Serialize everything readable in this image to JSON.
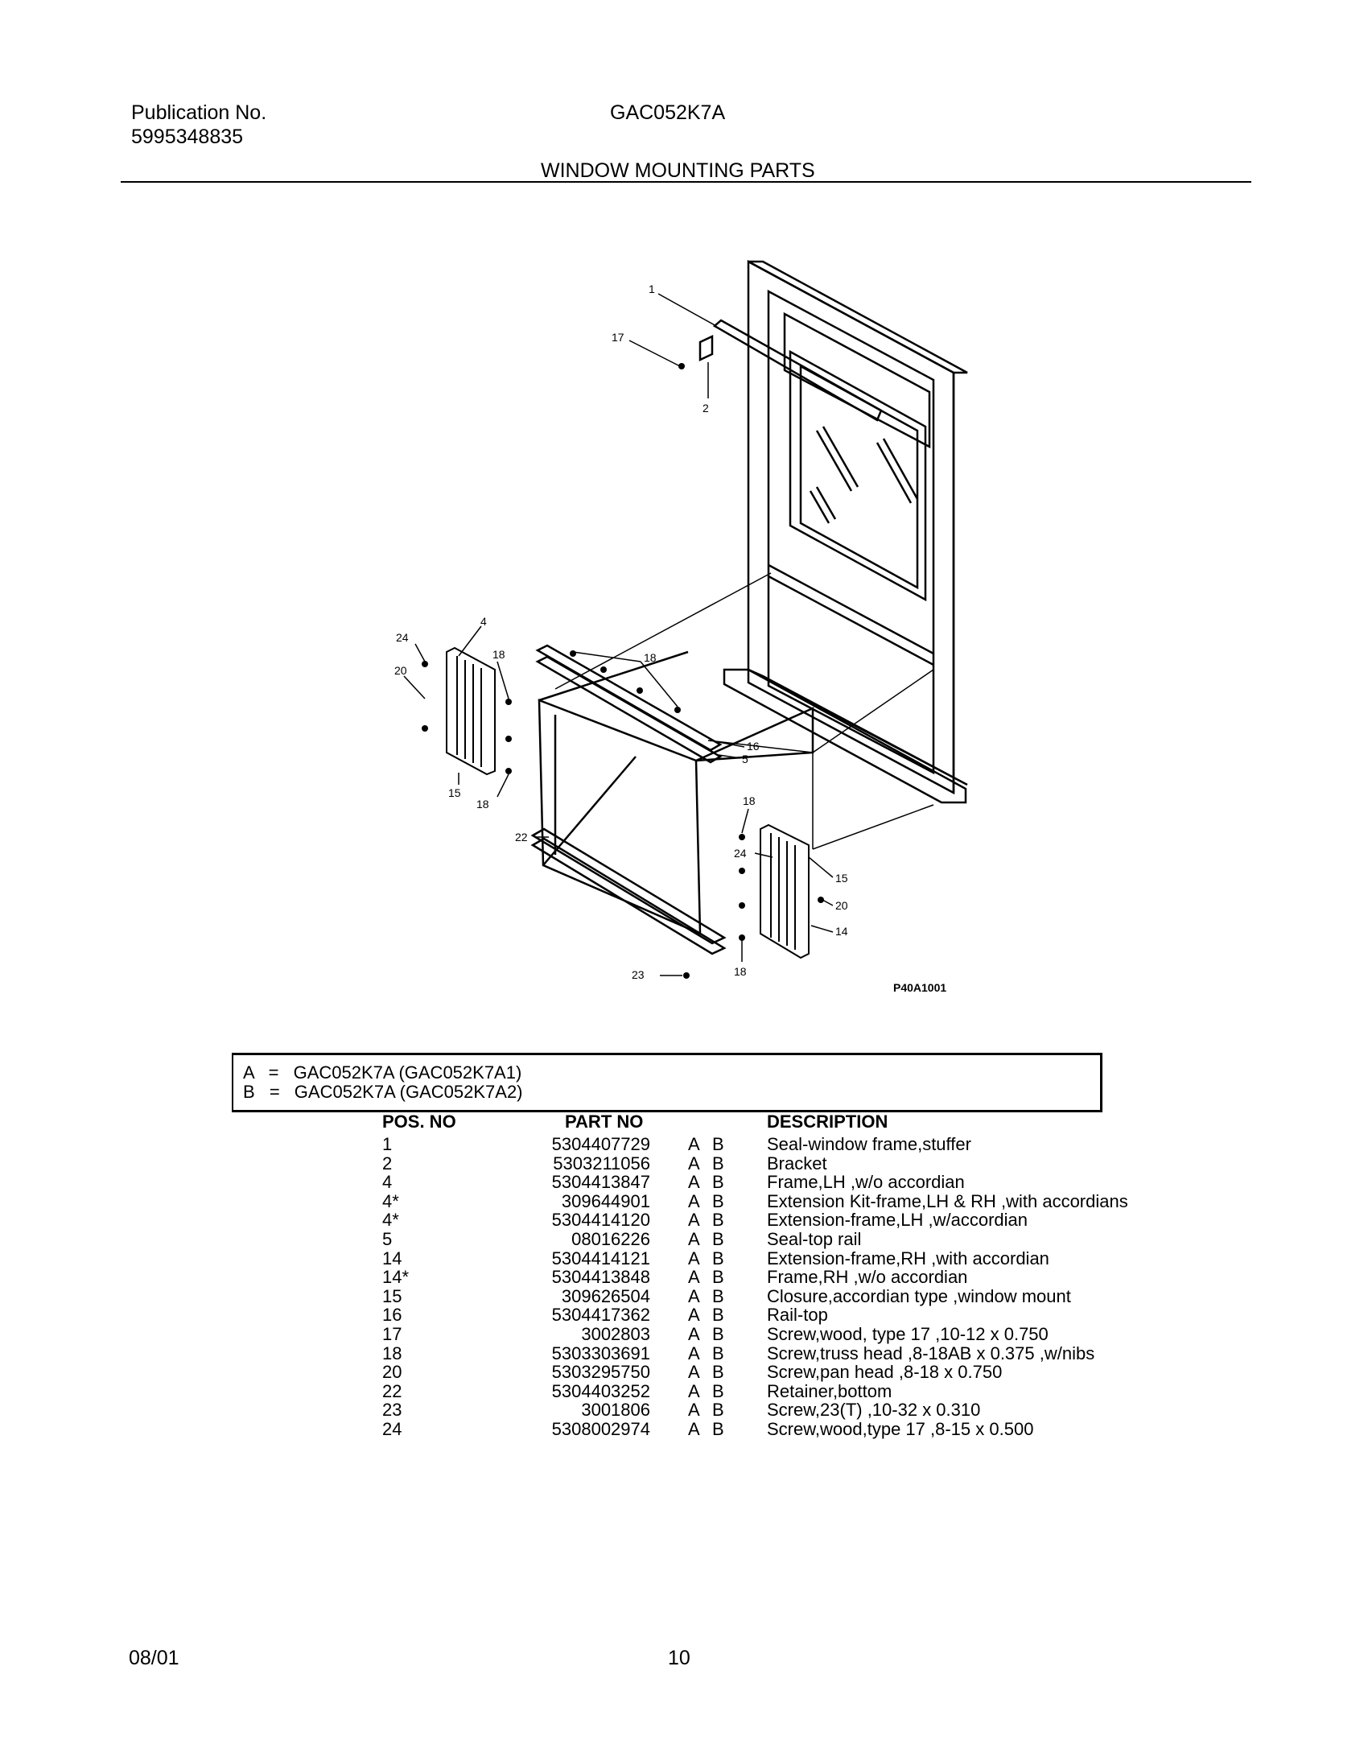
{
  "header": {
    "publication_label": "Publication No.",
    "publication_number": "5995348835",
    "model": "GAC052K7A",
    "section_title": "WINDOW MOUNTING PARTS"
  },
  "diagram": {
    "figure_id": "P40A1001",
    "callouts": [
      "1",
      "17",
      "2",
      "4",
      "24",
      "18",
      "20",
      "18",
      "16",
      "5",
      "15",
      "18",
      "18",
      "22",
      "24",
      "15",
      "20",
      "14",
      "18",
      "23"
    ]
  },
  "legend": [
    {
      "letter": "A",
      "eq": "=",
      "text": "GAC052K7A (GAC052K7A1)"
    },
    {
      "letter": "B",
      "eq": "=",
      "text": "GAC052K7A (GAC052K7A2)"
    }
  ],
  "parts_table": {
    "columns": {
      "pos": "POS. NO",
      "part": "PART NO",
      "desc": "DESCRIPTION"
    },
    "rows": [
      {
        "pos": "1",
        "part": "5304407729",
        "a": "A",
        "b": "B",
        "desc": "Seal-window frame,stuffer"
      },
      {
        "pos": "2",
        "part": "5303211056",
        "a": "A",
        "b": "B",
        "desc": "Bracket"
      },
      {
        "pos": "4",
        "part": "5304413847",
        "a": "A",
        "b": "B",
        "desc": "Frame,LH ,w/o accordian"
      },
      {
        "pos": "4*",
        "part": "309644901",
        "a": "A",
        "b": "B",
        "desc": "Extension Kit-frame,LH & RH ,with accordians"
      },
      {
        "pos": "4*",
        "part": "5304414120",
        "a": "A",
        "b": "B",
        "desc": "Extension-frame,LH ,w/accordian"
      },
      {
        "pos": "5",
        "part": "08016226",
        "a": "A",
        "b": "B",
        "desc": "Seal-top rail"
      },
      {
        "pos": "14",
        "part": "5304414121",
        "a": "A",
        "b": "B",
        "desc": "Extension-frame,RH ,with accordian"
      },
      {
        "pos": "14*",
        "part": "5304413848",
        "a": "A",
        "b": "B",
        "desc": "Frame,RH ,w/o accordian"
      },
      {
        "pos": "15",
        "part": "309626504",
        "a": "A",
        "b": "B",
        "desc": "Closure,accordian type ,window mount"
      },
      {
        "pos": "16",
        "part": "5304417362",
        "a": "A",
        "b": "B",
        "desc": "Rail-top"
      },
      {
        "pos": "17",
        "part": "3002803",
        "a": "A",
        "b": "B",
        "desc": "Screw,wood, type 17 ,10-12 x 0.750"
      },
      {
        "pos": "18",
        "part": "5303303691",
        "a": "A",
        "b": "B",
        "desc": "Screw,truss head ,8-18AB x 0.375 ,w/nibs"
      },
      {
        "pos": "20",
        "part": "5303295750",
        "a": "A",
        "b": "B",
        "desc": "Screw,pan head ,8-18 x 0.750"
      },
      {
        "pos": "22",
        "part": "5304403252",
        "a": "A",
        "b": "B",
        "desc": "Retainer,bottom"
      },
      {
        "pos": "23",
        "part": "3001806",
        "a": "A",
        "b": "B",
        "desc": "Screw,23(T) ,10-32 x 0.310"
      },
      {
        "pos": "24",
        "part": "5308002974",
        "a": "A",
        "b": "B",
        "desc": "Screw,wood,type 17 ,8-15 x 0.500"
      }
    ]
  },
  "footer": {
    "date": "08/01",
    "page": "10"
  }
}
